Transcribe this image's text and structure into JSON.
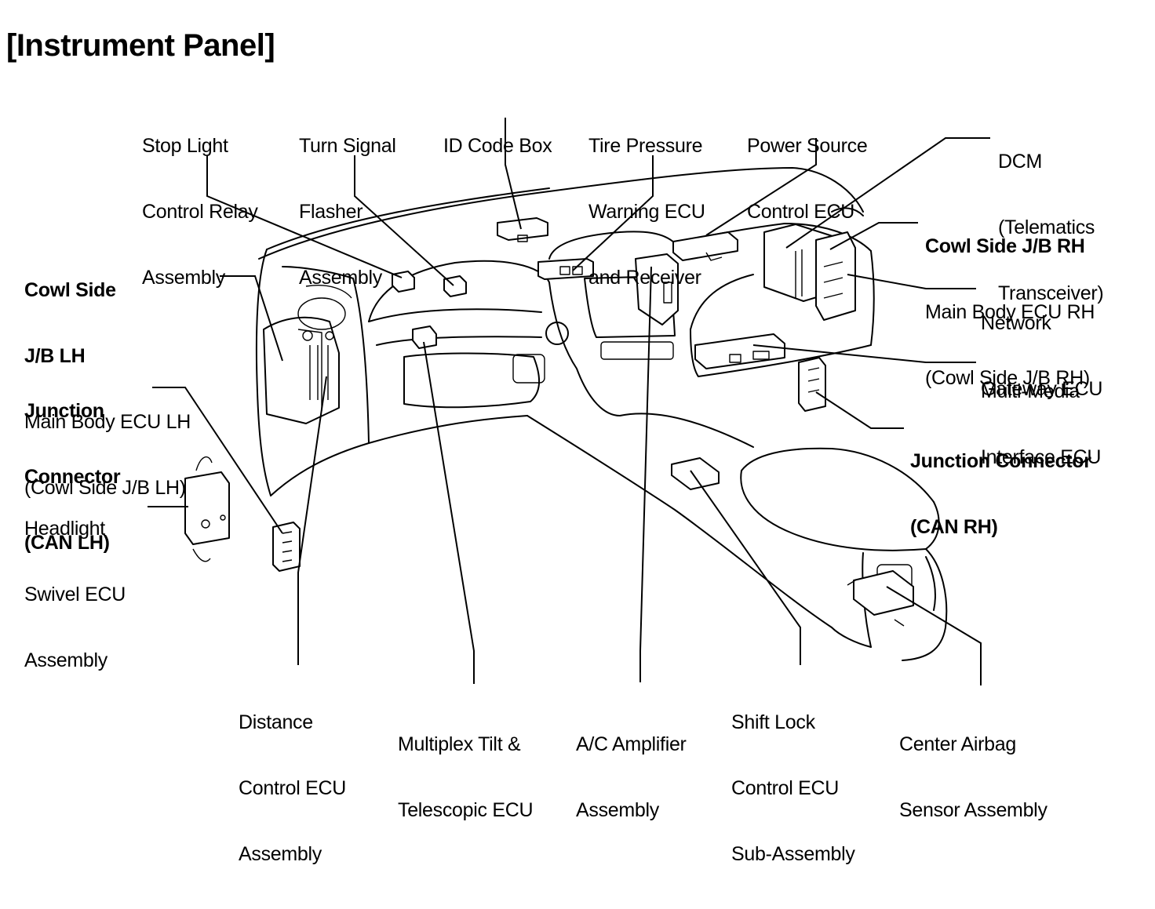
{
  "title": "[Instrument Panel]",
  "labels": {
    "stop_light": {
      "lines": [
        "Stop Light",
        "Control Relay",
        "Assembly"
      ]
    },
    "turn_signal": {
      "lines": [
        "Turn Signal",
        "Flasher",
        "Assembly"
      ]
    },
    "id_code_box": {
      "lines": [
        "ID Code Box"
      ]
    },
    "tire_pressure": {
      "lines": [
        "Tire Pressure",
        "Warning ECU",
        "and Receiver"
      ]
    },
    "power_source": {
      "lines": [
        "Power Source",
        "Control ECU"
      ]
    },
    "dcm": {
      "lines": [
        "DCM",
        "(Telematics",
        "Transceiver)"
      ]
    },
    "cowl_rh": {
      "bold": [
        "Cowl Side J/B RH"
      ],
      "lines": [
        "Main Body ECU RH",
        "(Cowl Side J/B RH)"
      ]
    },
    "network_gateway": {
      "lines": [
        "Network",
        "Gateway ECU"
      ]
    },
    "multimedia": {
      "lines": [
        "Multi-Media",
        "Interface ECU"
      ]
    },
    "junction_rh": {
      "bold": [
        "Junction Connector",
        "(CAN RH)"
      ]
    },
    "cowl_lh": {
      "bold": [
        "Cowl Side",
        "J/B LH"
      ],
      "lines": [
        "Main Body ECU LH",
        "(Cowl Side J/B LH)"
      ]
    },
    "junction_lh": {
      "bold": [
        "Junction",
        "Connector",
        "(CAN LH)"
      ]
    },
    "headlight_swivel": {
      "lines": [
        "Headlight",
        "Swivel ECU",
        "Assembly"
      ]
    },
    "distance_control": {
      "lines": [
        "Distance",
        "Control ECU",
        "Assembly"
      ]
    },
    "multiplex_tilt": {
      "lines": [
        "Multiplex Tilt &",
        "Telescopic ECU"
      ]
    },
    "ac_amplifier": {
      "lines": [
        "A/C Amplifier",
        "Assembly"
      ]
    },
    "shift_lock": {
      "lines": [
        "Shift Lock",
        "Control ECU",
        "Sub-Assembly"
      ]
    },
    "center_airbag": {
      "lines": [
        "Center Airbag",
        "Sensor Assembly"
      ]
    }
  }
}
